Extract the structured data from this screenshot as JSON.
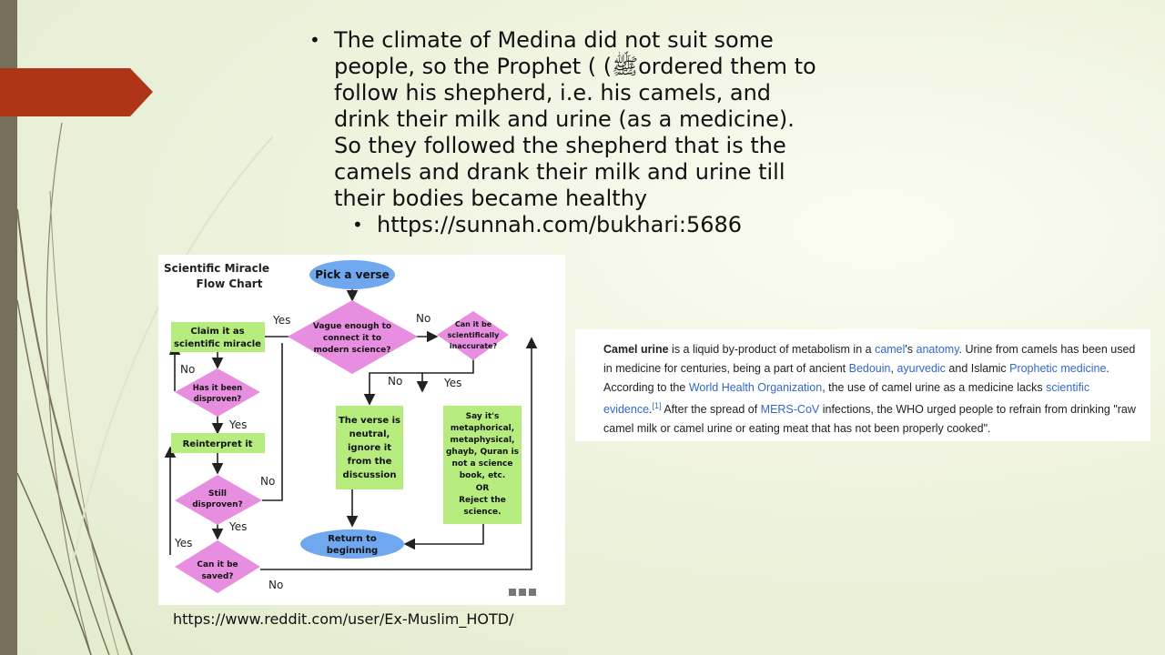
{
  "slide": {
    "bullet_main": "The climate of Medina did not suit some people, so the Prophet ( (ﷺordered them to follow his shepherd, i.e. his camels, and drink their milk and urine (as a medicine). So they followed the shepherd that is the camels and drank their milk and urine till their bodies became healthy",
    "bullet_sub": "https://sunnah.com/bukhari:5686",
    "source_caption": "https://www.reddit.com/user/Ex-Muslim_HOTD/",
    "accent_color": "#b03518",
    "strip_color": "#76705a"
  },
  "flowchart": {
    "title_line1": "Scientific Miracle",
    "title_line2": "Flow Chart",
    "pick_verse": "Pick a verse",
    "vague": [
      "Vague enough to",
      "connect it to",
      "modern science?"
    ],
    "inaccurate": [
      "Can it be",
      "scientifically",
      "inaccurate?"
    ],
    "claim": [
      "Claim it as",
      "scientific miracle"
    ],
    "disproven": [
      "Has it been",
      "disproven?"
    ],
    "reinterpret": "Reinterpret it",
    "still": [
      "Still",
      "disproven?"
    ],
    "saved": [
      "Can it be",
      "saved?"
    ],
    "neutral": [
      "The verse is",
      "neutral,",
      "ignore it",
      "from the",
      "discussion"
    ],
    "metaphor": [
      "Say it's",
      "metaphorical,",
      "metaphysical,",
      "ghayb, Quran is",
      "not a science",
      "book, etc.",
      "OR",
      "Reject the",
      "science."
    ],
    "return": [
      "Return to",
      "beginning"
    ],
    "yes": "Yes",
    "no": "No",
    "colors": {
      "pink": "#e88ee0",
      "green": "#b6ec7e",
      "blue": "#6fa8ef"
    }
  },
  "wiki": {
    "t1": "Camel urine",
    "t2": " is a liquid by-product of metabolism in a ",
    "l1": "camel",
    "t3": "'s ",
    "l2": "anatomy",
    "t4": ". Urine from camels has been used in medicine for centuries, being a part of ancient ",
    "l3": "Bedouin",
    "t5": ", ",
    "l4": "ayurvedic",
    "t6": " and Islamic ",
    "l5": "Prophetic medicine",
    "t7": ". According to the ",
    "l6": "World Health Organization",
    "t8": ", the use of camel urine as a medicine lacks ",
    "l7": "scientific evidence",
    "t9": ".",
    "ref": "[1]",
    "t10": " After the spread of ",
    "l8": "MERS-CoV",
    "t11": " infections, the WHO urged people to refrain from drinking \"raw camel milk or camel urine or eating meat that has not been properly cooked\"."
  }
}
